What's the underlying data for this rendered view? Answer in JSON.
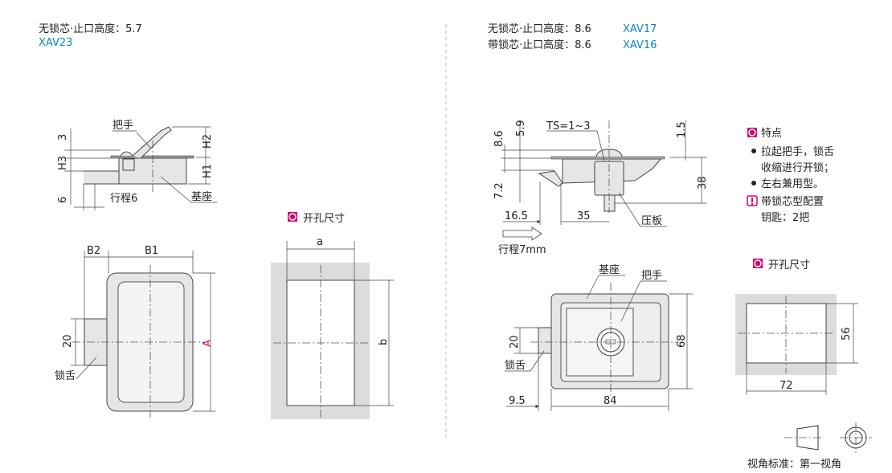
{
  "left": {
    "spec_line": "无锁芯·止口高度：5.7",
    "model": "XAV23",
    "side_view": {
      "handle_label": "把手",
      "base_label": "基座",
      "stroke_label": "行程6",
      "dim_3": "3",
      "dim_h3": "H3",
      "dim_6": "6",
      "dim_h2": "H2",
      "dim_h1": "H1"
    },
    "front_view": {
      "dim_b2": "B2",
      "dim_b1": "B1",
      "dim_20": "20",
      "dim_a": "A",
      "tongue_label": "锁舌"
    },
    "cutout": {
      "title": "开孔尺寸",
      "dim_a": "a",
      "dim_b": "b"
    }
  },
  "right": {
    "spec_line_1": "无锁芯·止口高度：8.6",
    "model_1": "XAV17",
    "spec_line_2": "带锁芯·止口高度：8.6",
    "model_2": "XAV16",
    "side_view": {
      "ts": "TS=1~3",
      "dim_8_6": "8.6",
      "dim_5_9": "5.9",
      "dim_7_2": "7.2",
      "dim_1_5": "1.5",
      "dim_38": "38",
      "dim_16_5": "16.5",
      "dim_35": "35",
      "plate_label": "压板",
      "stroke_label": "行程7mm"
    },
    "features": {
      "title": "特点",
      "item1_line1": "拉起把手，锁舌",
      "item1_line2": "收缩进行开锁；",
      "item2": "左右兼用型。",
      "note_line1": "带锁芯型配置",
      "note_line2": "钥匙：2把"
    },
    "front_view": {
      "base_label": "基座",
      "handle_label": "把手",
      "dim_20": "20",
      "tongue_label": "锁舌",
      "dim_68": "68",
      "dim_9_5": "9.5",
      "dim_84": "84"
    },
    "cutout": {
      "title": "开孔尺寸",
      "dim_56": "56",
      "dim_72": "72"
    }
  },
  "projection": {
    "label": "视角标准：第一视角"
  },
  "colors": {
    "accent_magenta": "#d6006f",
    "model_blue": "#0a86c8"
  }
}
